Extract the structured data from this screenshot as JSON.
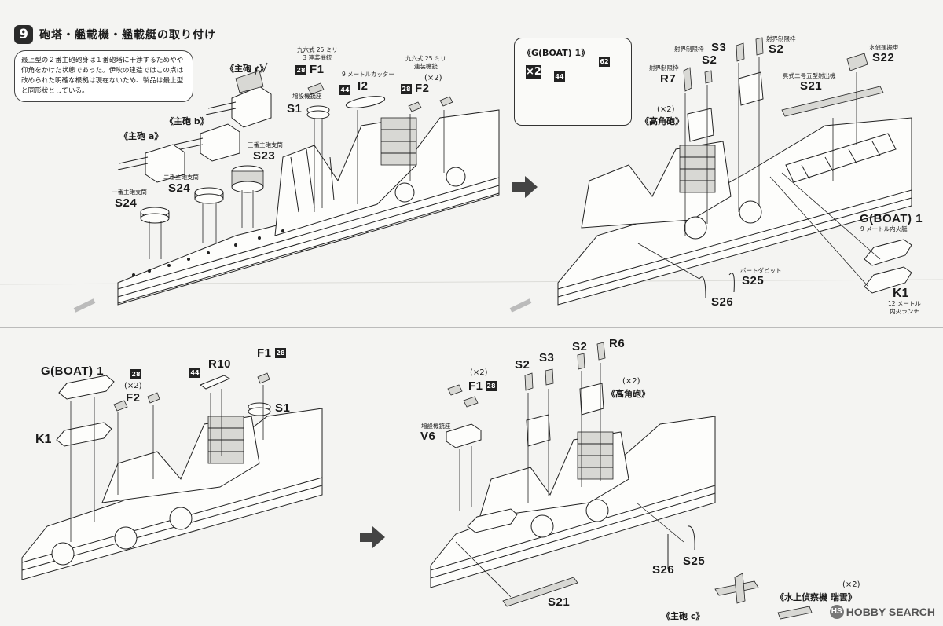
{
  "step": {
    "number": "9",
    "title": "砲塔・艦載機・艦載艇の取り付け"
  },
  "note": "最上型の２番主砲砲身は１番砲塔に干渉するためやや仰角をかけた状態であった。伊吹の建造ではこの点は改められた明確な根拠は現在ないため、製品は最上型と同形状としている。",
  "top_left": {
    "turret_c": "《主砲 c》",
    "turret_b": "《主砲 b》",
    "turret_a": "《主砲 a》",
    "mg_mount_note": "九六式 25 ミリ\n3 連装機銃",
    "f1": "F1",
    "f1_sprue": "28",
    "cutter_note": "9 メートルカッター",
    "i2": "I2",
    "i2_sprue": "44",
    "mg2_note": "九六式 25 ミリ\n連装機銃",
    "f2_qty": "(×2)",
    "f2": "F2",
    "f2_sprue": "28",
    "s1_note": "増設機銃座",
    "s1": "S1",
    "s23_note": "三番主砲支筒",
    "s23": "S23",
    "s24b_note": "二番主砲支筒",
    "s24b": "S24",
    "s24a_note": "一番主砲支筒",
    "s24a": "S24"
  },
  "inset": {
    "title": "《G(BOAT) 1》",
    "mult": "×2",
    "sprue_a": "44",
    "sprue_b": "62"
  },
  "top_right": {
    "s3_note": "射界制限枠",
    "s3": "S3",
    "s2a": "S2",
    "s2b_note": "射界制限枠",
    "s2b": "S2",
    "r7_note": "射界制限枠",
    "r7": "R7",
    "s22_note": "水偵運搬車",
    "s22": "S22",
    "s21_note": "呉式二号五型射出機",
    "s21": "S21",
    "aa_qty": "(×2)",
    "aa": "《高角砲》",
    "gboat": "G(BOAT) 1",
    "gboat_note": "9 メートル内火艇",
    "s25_note": "ボートダビット",
    "s25": "S25",
    "s26": "S26",
    "k1": "K1",
    "k1_note": "12 メートル\n内火ランチ"
  },
  "bottom_left": {
    "gboat": "G(BOAT) 1",
    "k1": "K1",
    "f2_sprue": "28",
    "f2_qty": "(×2)",
    "f2": "F2",
    "r10_sprue": "44",
    "r10": "R10",
    "f1": "F1",
    "f1_sprue": "28",
    "s1": "S1"
  },
  "bottom_right": {
    "f1_qty": "(×2)",
    "f1": "F1",
    "f1_sprue": "28",
    "v6_note": "増設機銃座",
    "v6": "V6",
    "s2a": "S2",
    "s3": "S3",
    "s2b": "S2",
    "r6": "R6",
    "aa_qty": "(×2)",
    "aa": "《高角砲》",
    "s26": "S26",
    "s25": "S25",
    "s21": "S21",
    "plane_qty": "(×2)",
    "plane": "《水上偵察機 瑞雲》",
    "turret_c": "《主砲 c》"
  },
  "watermark": "HOBBY SEARCH",
  "colors": {
    "badge": "#2a2a2a",
    "paper": "#f4f4f2"
  }
}
